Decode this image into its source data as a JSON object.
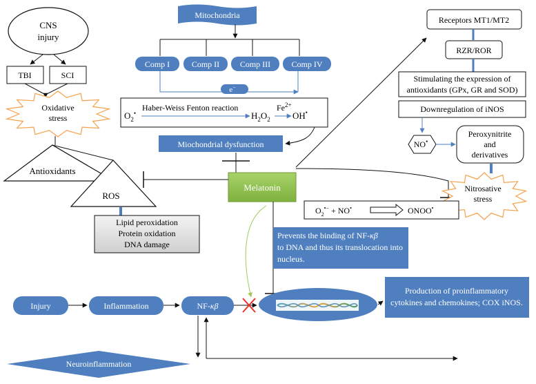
{
  "cns": {
    "title_line1": "CNS",
    "title_line2": "injury",
    "tbi": "TBI",
    "sci": "SCI",
    "oxidative_line1": "Oxidative",
    "oxidative_line2": "stress"
  },
  "mitochondria": {
    "title": "Mitochondria",
    "complexes": [
      "Comp I",
      "Comp II",
      "Comp III",
      "Comp IV"
    ],
    "electron": "e",
    "electron_sup": "−"
  },
  "reaction": {
    "o2": "O",
    "o2_sub": "2",
    "o2_dot": "•",
    "name": "Haber-Weiss Fenton reaction",
    "h2o2_a": "H",
    "h2o2_sub1": "2",
    "h2o2_b": "O",
    "h2o2_sub2": "2",
    "fe": "Fe",
    "fe_sup": "2+",
    "oh": "OH",
    "oh_dot": "•"
  },
  "dysfunction": "Miochondrial dysfunction",
  "ros_block": {
    "antioxidants": "Antioxidants",
    "ros": "ROS",
    "damage": [
      "Lipid peroxidation",
      "Protein oxidation",
      "DNA damage"
    ]
  },
  "melatonin": "Melatonin",
  "receptors": {
    "mt": "Receptors MT1/MT2",
    "rzr": "RZR/ROR",
    "stim_line1": "Stimulating the expression of",
    "stim_line2": "antioxidants (GPx, GR and SOD)",
    "downreg": "Downregulation of iNOS",
    "no": "NO",
    "no_dot": "•",
    "peroxy": [
      "Peroxynitrite",
      "and",
      "derivatives"
    ],
    "nitro_line1": "Nitrosative",
    "nitro_line2": "stress"
  },
  "no_reaction": {
    "o2": "O",
    "o2_sub": "2",
    "o2_sup": "•−",
    "plus": " + NO",
    "plus_dot": "•",
    "product": "ONOO",
    "product_dot": "•"
  },
  "nfkb_note": {
    "line1a": "Prevents the binding of NF-",
    "kb": "κβ",
    "line2": "to DNA and thus its translocation into",
    "line3": "nucleus."
  },
  "pathway": {
    "injury": "Injury",
    "inflammation": "Inflammation",
    "nfkb_a": "NF-",
    "nfkb_b": "κβ",
    "neuroinflammation": "Neuroinflammation",
    "production_line1": "Production of proinflammatory",
    "production_line2": "cytokines and chemokines; COX iNOS."
  },
  "colors": {
    "blue": "#4f7fbf",
    "blue_dark": "#3a66a6",
    "green": "#8fc24a",
    "orange": "#f6a14b",
    "red": "#e8332a"
  }
}
